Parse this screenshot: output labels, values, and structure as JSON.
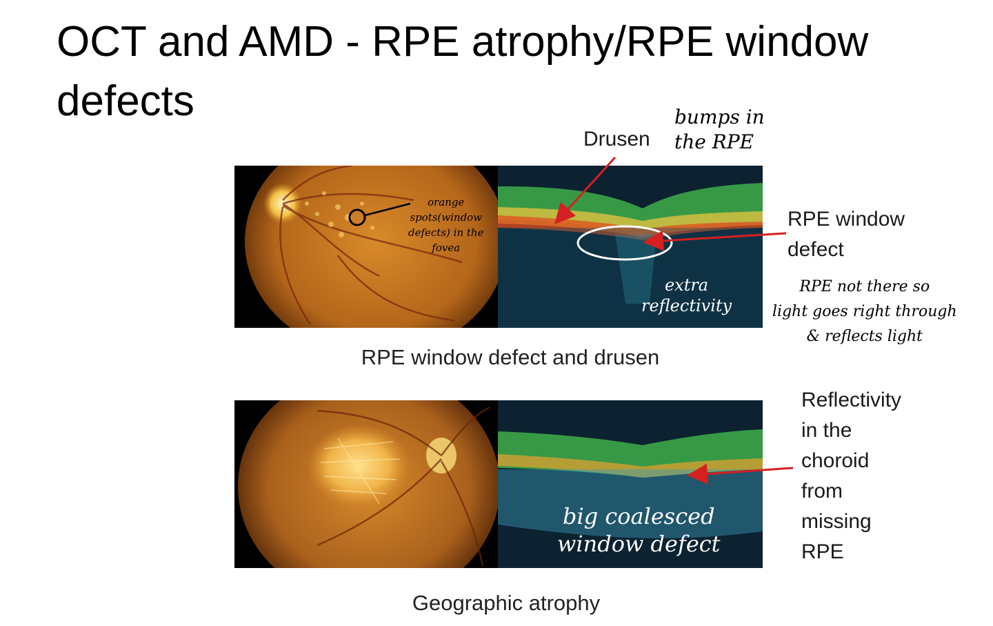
{
  "slide": {
    "title": "OCT and AMD - RPE atrophy/RPE window defects"
  },
  "figure_top": {
    "caption": "RPE window defect and drusen",
    "labels": {
      "drusen": "Drusen",
      "rpe_window_defect": "RPE window\ndefect"
    },
    "handwritten": {
      "bumps": "bumps in\nthe RPE",
      "orange_spots": "orange\nspots(window\ndefects) in the\nfovea",
      "extra_reflectivity": "extra\nreflectivity",
      "rpe_not_there": "RPE not there so\nlight goes right through\n& reflects light"
    }
  },
  "figure_bottom": {
    "caption": "Geographic atrophy",
    "labels": {
      "reflectivity": "Reflectivity\nin the\nchoroid\nfrom\nmissing\nRPE"
    },
    "handwritten": {
      "big_coalesced": "big coalesced\nwindow defect"
    }
  },
  "colors": {
    "fundus_orange": "#c8781e",
    "oct_background": "#0c2230",
    "oct_green": "#3fae4a",
    "arrow_red": "#d42020"
  }
}
